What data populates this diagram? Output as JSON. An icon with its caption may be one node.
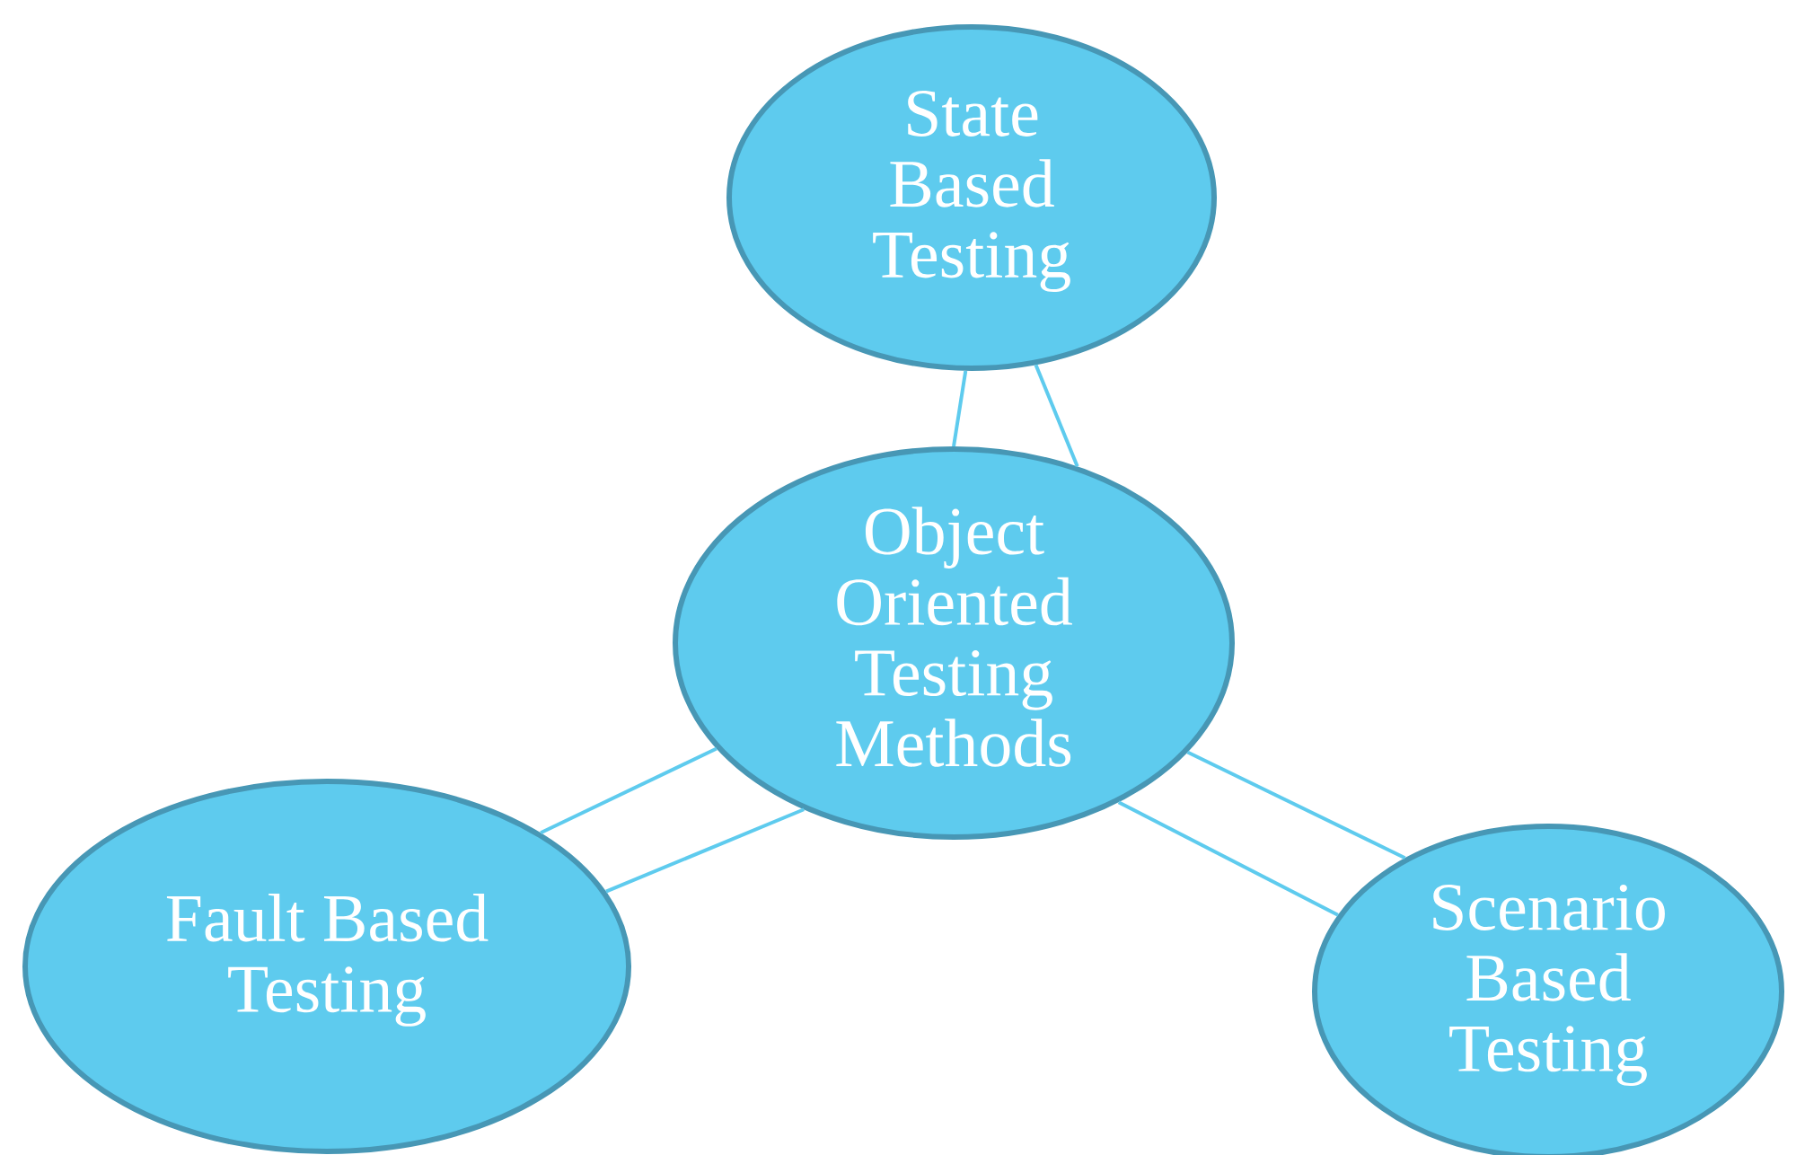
{
  "diagram": {
    "nodes": [
      {
        "text": [
          "State Based Testing"
        ]
      },
      {
        "text": [
          "Object Oriented Testing Methods"
        ]
      },
      {
        "text": [
          "Fault Based Testing"
        ]
      },
      {
        "text": [
          "Scenario Based Testing"
        ]
      }
    ],
    "edges": [
      {
        "from": 1,
        "to": 0,
        "arrow": "none"
      },
      {
        "from": 1,
        "to": 0,
        "arrow": "none"
      },
      {
        "from": 1,
        "to": 2,
        "arrow": "none"
      },
      {
        "from": 1,
        "to": 2,
        "arrow": "none"
      },
      {
        "from": 1,
        "to": 3,
        "arrow": "none"
      },
      {
        "from": 1,
        "to": 3,
        "arrow": "none"
      }
    ]
  }
}
